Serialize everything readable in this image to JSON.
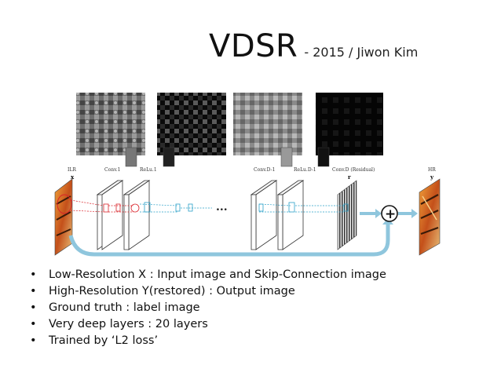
{
  "slide": {
    "title": "VDSR",
    "subtitle": "- 2015 / Jiwon Kim"
  },
  "diagram": {
    "labels": {
      "ilr": "ILR",
      "x": "x",
      "conv1": "Conv.1",
      "relu1": "ReLu.1",
      "convd1": "Conv.D-1",
      "relud1": "ReLu.D-1",
      "convd": "Conv.D (Residual)",
      "r": "r",
      "hr": "HR",
      "y": "y",
      "ellipsis": "...",
      "plus": "+"
    },
    "colors": {
      "skip": "#8fc6dd",
      "red": "#d9232a",
      "blue": "#2aa0c8"
    }
  },
  "bullets": [
    "Low-Resolution X : Input image and Skip-Connection image",
    "High-Resolution Y(restored) :  Output image",
    "Ground truth : label image",
    "Very deep layers : 20 layers",
    "Trained by ‘L2 loss’"
  ]
}
